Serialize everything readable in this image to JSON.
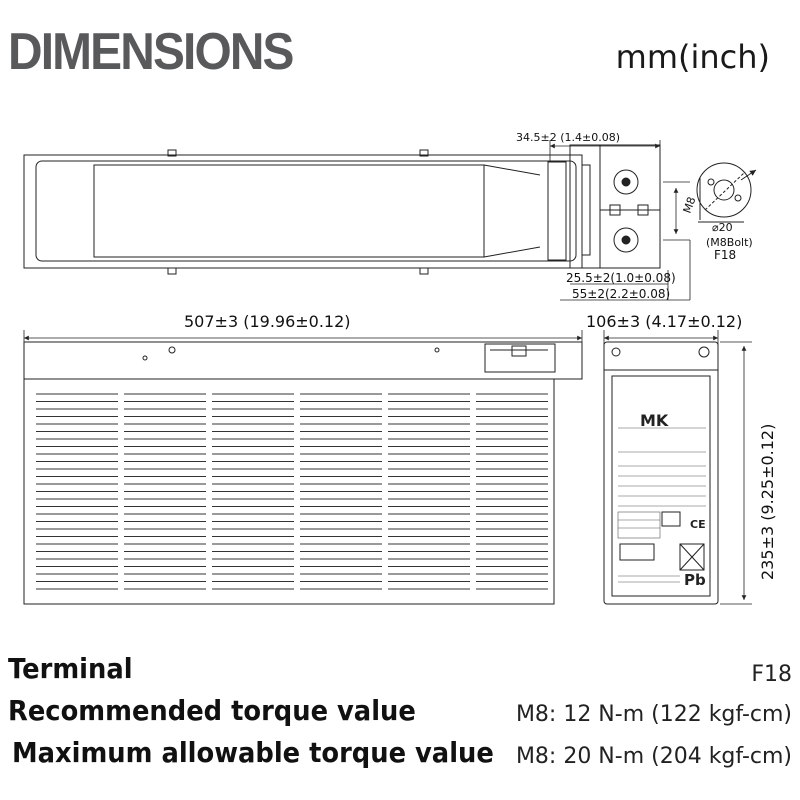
{
  "header": {
    "title": "DIMENSIONS",
    "units": "mm(inch)"
  },
  "drawing": {
    "top_view": {
      "terminal_offset_dim": "34.5±2 (1.4±0.08)",
      "terminal_spacing_dim": "25.5±2(1.0±0.08)",
      "terminal_depth_dim": "55±2(2.2±0.08)"
    },
    "terminal_detail": {
      "thread": "M8",
      "diameter": "20",
      "bolt_label": "(M8Bolt)",
      "terminal_code": "F18"
    },
    "front_view": {
      "length_dim": "507±3 (19.96±0.12)"
    },
    "side_view": {
      "width_dim": "106±3 (4.17±0.12)",
      "height_dim": "235±3 (9.25±0.12)",
      "brand": "MK",
      "lead_symbol": "Pb"
    }
  },
  "specs": [
    {
      "label": "Terminal",
      "value": "F18"
    },
    {
      "label": "Recommended torque value",
      "value": "M8: 12 N-m (122 kgf-cm)"
    },
    {
      "label": "Maximum allowable torque value",
      "value": "M8: 20 N-m (204 kgf-cm)"
    }
  ]
}
